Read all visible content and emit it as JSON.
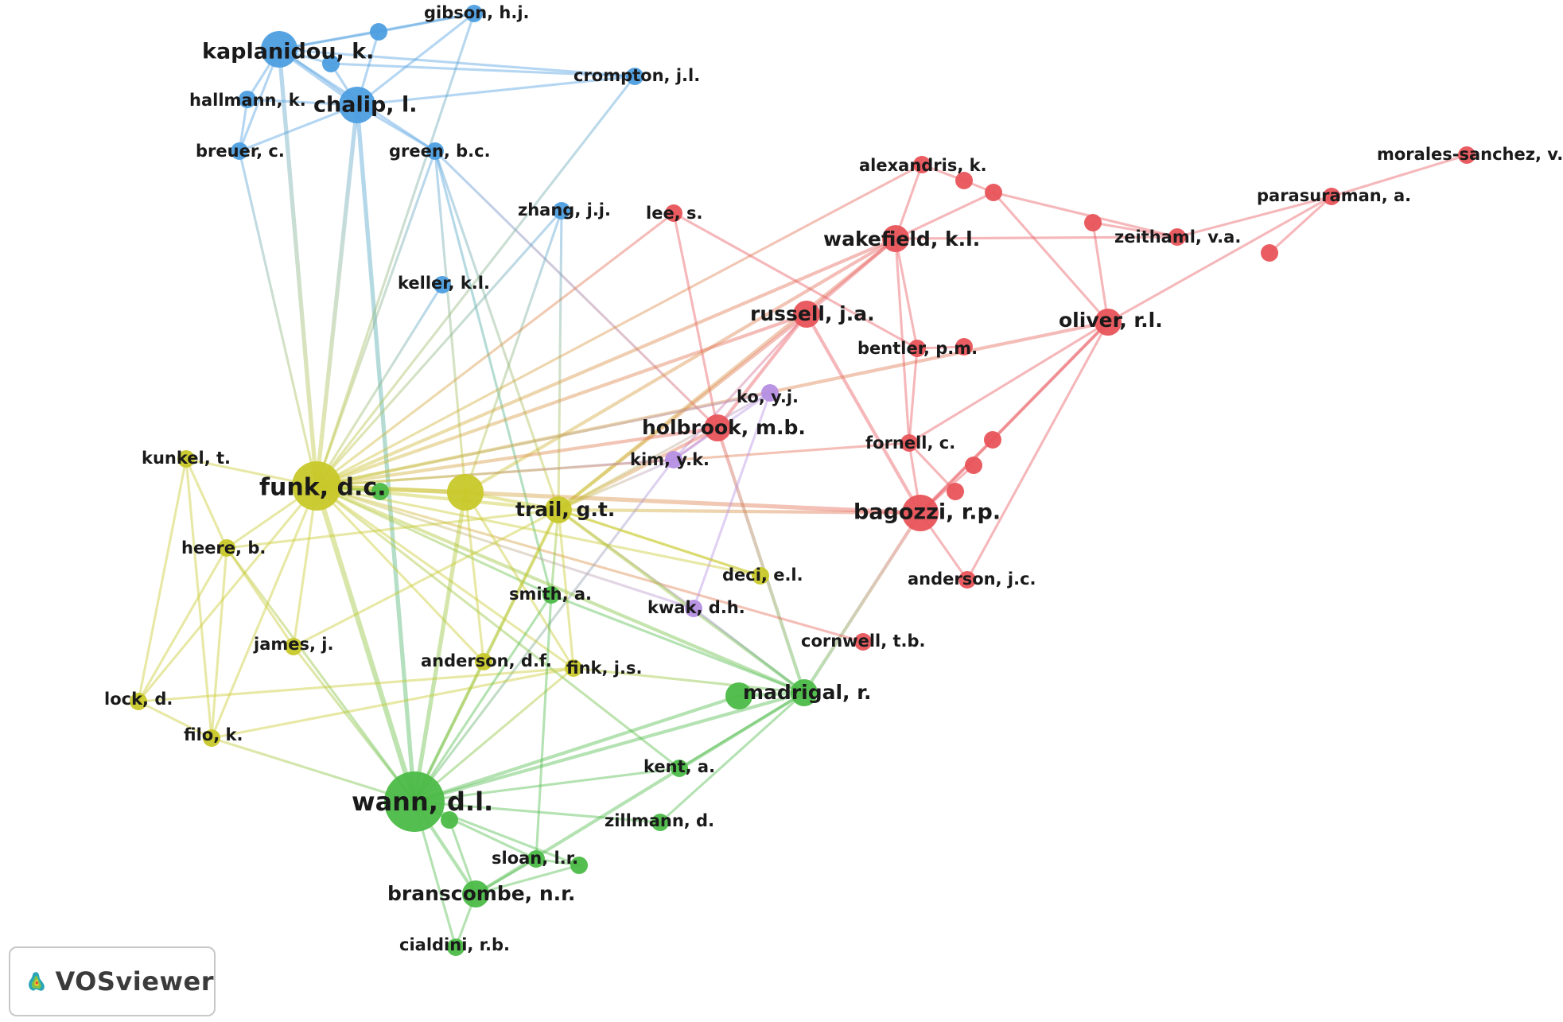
{
  "colors": {
    "red": "#e8545a",
    "blue": "#4d9ee0",
    "yellow": "#c8c82a",
    "green": "#4cba47",
    "purple": "#b58fe3"
  },
  "logo": {
    "name": "VOSviewer",
    "icon": "vosviewer-logo-icon"
  },
  "nodes": [
    {
      "id": "kaplanidou",
      "label": "kaplanidou, k.",
      "c": "blue",
      "w": 3
    },
    {
      "id": "gibson",
      "label": "gibson, h.j.",
      "c": "blue",
      "w": 1
    },
    {
      "id": "crompton",
      "label": "crompton, j.l.",
      "c": "blue",
      "w": 1
    },
    {
      "id": "hallmann",
      "label": "hallmann, k.",
      "c": "blue",
      "w": 1
    },
    {
      "id": "chalip",
      "label": "chalip, l.",
      "c": "blue",
      "w": 3
    },
    {
      "id": "breuer",
      "label": "breuer, c.",
      "c": "blue",
      "w": 1
    },
    {
      "id": "green",
      "label": "green, b.c.",
      "c": "blue",
      "w": 1
    },
    {
      "id": "zhang",
      "label": "zhang, j.j.",
      "c": "blue",
      "w": 1
    },
    {
      "id": "keller",
      "label": "keller, k.l.",
      "c": "blue",
      "w": 1
    },
    {
      "id": "b1",
      "label": "",
      "c": "blue",
      "w": 1
    },
    {
      "id": "b2",
      "label": "",
      "c": "blue",
      "w": 1
    },
    {
      "id": "lee",
      "label": "lee, s.",
      "c": "red",
      "w": 1
    },
    {
      "id": "alexandris",
      "label": "alexandris, k.",
      "c": "red",
      "w": 1
    },
    {
      "id": "morales",
      "label": "morales-sanchez, v.",
      "c": "red",
      "w": 1
    },
    {
      "id": "parasuraman",
      "label": "parasuraman, a.",
      "c": "red",
      "w": 1
    },
    {
      "id": "wakefield",
      "label": "wakefield, k.l.",
      "c": "red",
      "w": 2
    },
    {
      "id": "zeithaml",
      "label": "zeithaml, v.a.",
      "c": "red",
      "w": 1
    },
    {
      "id": "russell",
      "label": "russell, j.a.",
      "c": "red",
      "w": 2
    },
    {
      "id": "oliver",
      "label": "oliver, r.l.",
      "c": "red",
      "w": 2
    },
    {
      "id": "bentler",
      "label": "bentler, p.m.",
      "c": "red",
      "w": 1
    },
    {
      "id": "holbrook",
      "label": "holbrook, m.b.",
      "c": "red",
      "w": 2
    },
    {
      "id": "fornell",
      "label": "fornell, c.",
      "c": "red",
      "w": 1
    },
    {
      "id": "bagozzi",
      "label": "bagozzi, r.p.",
      "c": "red",
      "w": 3
    },
    {
      "id": "andersonjc",
      "label": "anderson, j.c.",
      "c": "red",
      "w": 1
    },
    {
      "id": "cornwell",
      "label": "cornwell, t.b.",
      "c": "red",
      "w": 1
    },
    {
      "id": "r1",
      "label": "",
      "c": "red",
      "w": 1
    },
    {
      "id": "r2",
      "label": "",
      "c": "red",
      "w": 1
    },
    {
      "id": "r3",
      "label": "",
      "c": "red",
      "w": 1
    },
    {
      "id": "r4",
      "label": "",
      "c": "red",
      "w": 1
    },
    {
      "id": "r5",
      "label": "",
      "c": "red",
      "w": 1
    },
    {
      "id": "r6",
      "label": "",
      "c": "red",
      "w": 1
    },
    {
      "id": "r7",
      "label": "",
      "c": "red",
      "w": 1
    },
    {
      "id": "r8",
      "label": "",
      "c": "red",
      "w": 1
    },
    {
      "id": "ko",
      "label": "ko, y.j.",
      "c": "purple",
      "w": 1
    },
    {
      "id": "kim",
      "label": "kim, y.k.",
      "c": "purple",
      "w": 1
    },
    {
      "id": "kwak",
      "label": "kwak, d.h.",
      "c": "purple",
      "w": 1
    },
    {
      "id": "kunkel",
      "label": "kunkel, t.",
      "c": "yellow",
      "w": 1
    },
    {
      "id": "funk",
      "label": "funk, d.c.",
      "c": "yellow",
      "w": 4
    },
    {
      "id": "y1",
      "label": "",
      "c": "yellow",
      "w": 3
    },
    {
      "id": "trail",
      "label": "trail, g.t.",
      "c": "yellow",
      "w": 2
    },
    {
      "id": "heere",
      "label": "heere, b.",
      "c": "yellow",
      "w": 1
    },
    {
      "id": "deci",
      "label": "deci, e.l.",
      "c": "yellow",
      "w": 1
    },
    {
      "id": "james",
      "label": "james, j.",
      "c": "yellow",
      "w": 1
    },
    {
      "id": "andersondf",
      "label": "anderson, d.f.",
      "c": "yellow",
      "w": 1
    },
    {
      "id": "fink",
      "label": "fink, j.s.",
      "c": "yellow",
      "w": 1
    },
    {
      "id": "lock",
      "label": "lock, d.",
      "c": "yellow",
      "w": 1
    },
    {
      "id": "filo",
      "label": "filo, k.",
      "c": "yellow",
      "w": 1
    },
    {
      "id": "smith",
      "label": "smith, a.",
      "c": "green",
      "w": 1
    },
    {
      "id": "madrigal",
      "label": "madrigal, r.",
      "c": "green",
      "w": 2
    },
    {
      "id": "g1",
      "label": "",
      "c": "green",
      "w": 2
    },
    {
      "id": "kent",
      "label": "kent, a.",
      "c": "green",
      "w": 1
    },
    {
      "id": "wann",
      "label": "wann, d.l.",
      "c": "green",
      "w": 5
    },
    {
      "id": "g2",
      "label": "",
      "c": "green",
      "w": 1
    },
    {
      "id": "zillmann",
      "label": "zillmann, d.",
      "c": "green",
      "w": 1
    },
    {
      "id": "sloan",
      "label": "sloan, l.r.",
      "c": "green",
      "w": 1
    },
    {
      "id": "g3",
      "label": "",
      "c": "green",
      "w": 1
    },
    {
      "id": "branscombe",
      "label": "branscombe, n.r.",
      "c": "green",
      "w": 2
    },
    {
      "id": "cialdini",
      "label": "cialdini, r.b.",
      "c": "green",
      "w": 1
    },
    {
      "id": "g4",
      "label": "",
      "c": "green",
      "w": 1
    }
  ],
  "edges": [
    [
      "kaplanidou",
      "gibson"
    ],
    [
      "kaplanidou",
      "chalip"
    ],
    [
      "kaplanidou",
      "b1"
    ],
    [
      "kaplanidou",
      "b2"
    ],
    [
      "kaplanidou",
      "crompton"
    ],
    [
      "kaplanidou",
      "hallmann"
    ],
    [
      "kaplanidou",
      "breuer"
    ],
    [
      "kaplanidou",
      "green"
    ],
    [
      "kaplanidou",
      "funk"
    ],
    [
      "chalip",
      "gibson"
    ],
    [
      "chalip",
      "crompton"
    ],
    [
      "chalip",
      "b1"
    ],
    [
      "chalip",
      "b2"
    ],
    [
      "chalip",
      "green"
    ],
    [
      "chalip",
      "hallmann"
    ],
    [
      "chalip",
      "breuer"
    ],
    [
      "chalip",
      "funk"
    ],
    [
      "chalip",
      "wann"
    ],
    [
      "hallmann",
      "breuer"
    ],
    [
      "b1",
      "gibson"
    ],
    [
      "b2",
      "crompton"
    ],
    [
      "green",
      "holbrook"
    ],
    [
      "green",
      "funk"
    ],
    [
      "green",
      "y1"
    ],
    [
      "green",
      "trail"
    ],
    [
      "green",
      "smith"
    ],
    [
      "crompton",
      "funk"
    ],
    [
      "zhang",
      "funk"
    ],
    [
      "zhang",
      "trail"
    ],
    [
      "zhang",
      "y1"
    ],
    [
      "keller",
      "funk"
    ],
    [
      "breuer",
      "funk"
    ],
    [
      "gibson",
      "funk"
    ],
    [
      "lee",
      "funk"
    ],
    [
      "lee",
      "holbrook"
    ],
    [
      "lee",
      "bentler"
    ],
    [
      "alexandris",
      "funk"
    ],
    [
      "alexandris",
      "wakefield"
    ],
    [
      "alexandris",
      "r1"
    ],
    [
      "r1",
      "r2"
    ],
    [
      "r2",
      "zeithaml"
    ],
    [
      "r2",
      "oliver"
    ],
    [
      "r2",
      "wakefield"
    ],
    [
      "morales",
      "parasuraman"
    ],
    [
      "parasuraman",
      "zeithaml"
    ],
    [
      "parasuraman",
      "oliver"
    ],
    [
      "parasuraman",
      "r4"
    ],
    [
      "r3",
      "zeithaml"
    ],
    [
      "r3",
      "oliver"
    ],
    [
      "wakefield",
      "funk"
    ],
    [
      "wakefield",
      "russell"
    ],
    [
      "wakefield",
      "bentler"
    ],
    [
      "wakefield",
      "zeithaml"
    ],
    [
      "wakefield",
      "y1"
    ],
    [
      "wakefield",
      "trail"
    ],
    [
      "wakefield",
      "fornell"
    ],
    [
      "russell",
      "funk"
    ],
    [
      "russell",
      "holbrook"
    ],
    [
      "russell",
      "bagozzi"
    ],
    [
      "russell",
      "trail"
    ],
    [
      "russell",
      "kim"
    ],
    [
      "oliver",
      "bagozzi"
    ],
    [
      "oliver",
      "fornell"
    ],
    [
      "oliver",
      "funk"
    ],
    [
      "oliver",
      "andersonjc"
    ],
    [
      "oliver",
      "r6"
    ],
    [
      "bentler",
      "fornell"
    ],
    [
      "bentler",
      "r5"
    ],
    [
      "holbrook",
      "funk"
    ],
    [
      "holbrook",
      "kim"
    ],
    [
      "holbrook",
      "trail"
    ],
    [
      "holbrook",
      "madrigal"
    ],
    [
      "fornell",
      "bagozzi"
    ],
    [
      "fornell",
      "funk"
    ],
    [
      "fornell",
      "r8"
    ],
    [
      "bagozzi",
      "funk"
    ],
    [
      "bagozzi",
      "trail"
    ],
    [
      "bagozzi",
      "andersonjc"
    ],
    [
      "bagozzi",
      "r7"
    ],
    [
      "bagozzi",
      "madrigal"
    ],
    [
      "bagozzi",
      "r6"
    ],
    [
      "cornwell",
      "funk"
    ],
    [
      "ko",
      "funk"
    ],
    [
      "ko",
      "kim"
    ],
    [
      "ko",
      "kwak"
    ],
    [
      "ko",
      "trail"
    ],
    [
      "kim",
      "funk"
    ],
    [
      "kim",
      "trail"
    ],
    [
      "kim",
      "wann"
    ],
    [
      "kwak",
      "funk"
    ],
    [
      "kwak",
      "trail"
    ],
    [
      "kunkel",
      "funk"
    ],
    [
      "kunkel",
      "heere"
    ],
    [
      "kunkel",
      "lock"
    ],
    [
      "kunkel",
      "filo"
    ],
    [
      "funk",
      "y1"
    ],
    [
      "funk",
      "trail"
    ],
    [
      "funk",
      "heere"
    ],
    [
      "funk",
      "james"
    ],
    [
      "funk",
      "andersondf"
    ],
    [
      "funk",
      "fink"
    ],
    [
      "funk",
      "lock"
    ],
    [
      "funk",
      "filo"
    ],
    [
      "funk",
      "wann"
    ],
    [
      "funk",
      "madrigal"
    ],
    [
      "funk",
      "smith"
    ],
    [
      "funk",
      "deci"
    ],
    [
      "funk",
      "kent"
    ],
    [
      "funk",
      "g4"
    ],
    [
      "y1",
      "trail"
    ],
    [
      "y1",
      "wann"
    ],
    [
      "y1",
      "fink"
    ],
    [
      "y1",
      "andersondf"
    ],
    [
      "trail",
      "wann"
    ],
    [
      "trail",
      "fink"
    ],
    [
      "trail",
      "madrigal"
    ],
    [
      "trail",
      "heere"
    ],
    [
      "trail",
      "james"
    ],
    [
      "trail",
      "andersondf"
    ],
    [
      "trail",
      "smith"
    ],
    [
      "trail",
      "deci"
    ],
    [
      "heere",
      "filo"
    ],
    [
      "heere",
      "lock"
    ],
    [
      "heere",
      "james"
    ],
    [
      "heere",
      "wann"
    ],
    [
      "lock",
      "filo"
    ],
    [
      "lock",
      "fink"
    ],
    [
      "filo",
      "wann"
    ],
    [
      "filo",
      "fink"
    ],
    [
      "james",
      "wann"
    ],
    [
      "andersondf",
      "wann"
    ],
    [
      "fink",
      "wann"
    ],
    [
      "fink",
      "madrigal"
    ],
    [
      "wann",
      "madrigal"
    ],
    [
      "wann",
      "g1"
    ],
    [
      "wann",
      "smith"
    ],
    [
      "wann",
      "kent"
    ],
    [
      "wann",
      "g2"
    ],
    [
      "wann",
      "zillmann"
    ],
    [
      "wann",
      "sloan"
    ],
    [
      "wann",
      "branscombe"
    ],
    [
      "wann",
      "cialdini"
    ],
    [
      "wann",
      "g3"
    ],
    [
      "branscombe",
      "sloan"
    ],
    [
      "branscombe",
      "cialdini"
    ],
    [
      "branscombe",
      "g3"
    ],
    [
      "branscombe",
      "madrigal"
    ],
    [
      "sloan",
      "g3"
    ],
    [
      "madrigal",
      "g1"
    ],
    [
      "madrigal",
      "kent"
    ],
    [
      "madrigal",
      "zillmann"
    ],
    [
      "smith",
      "madrigal"
    ],
    [
      "smith",
      "sloan"
    ],
    [
      "g2",
      "branscombe"
    ],
    [
      "kwak",
      "madrigal"
    ],
    [
      "deci",
      "trail"
    ]
  ]
}
